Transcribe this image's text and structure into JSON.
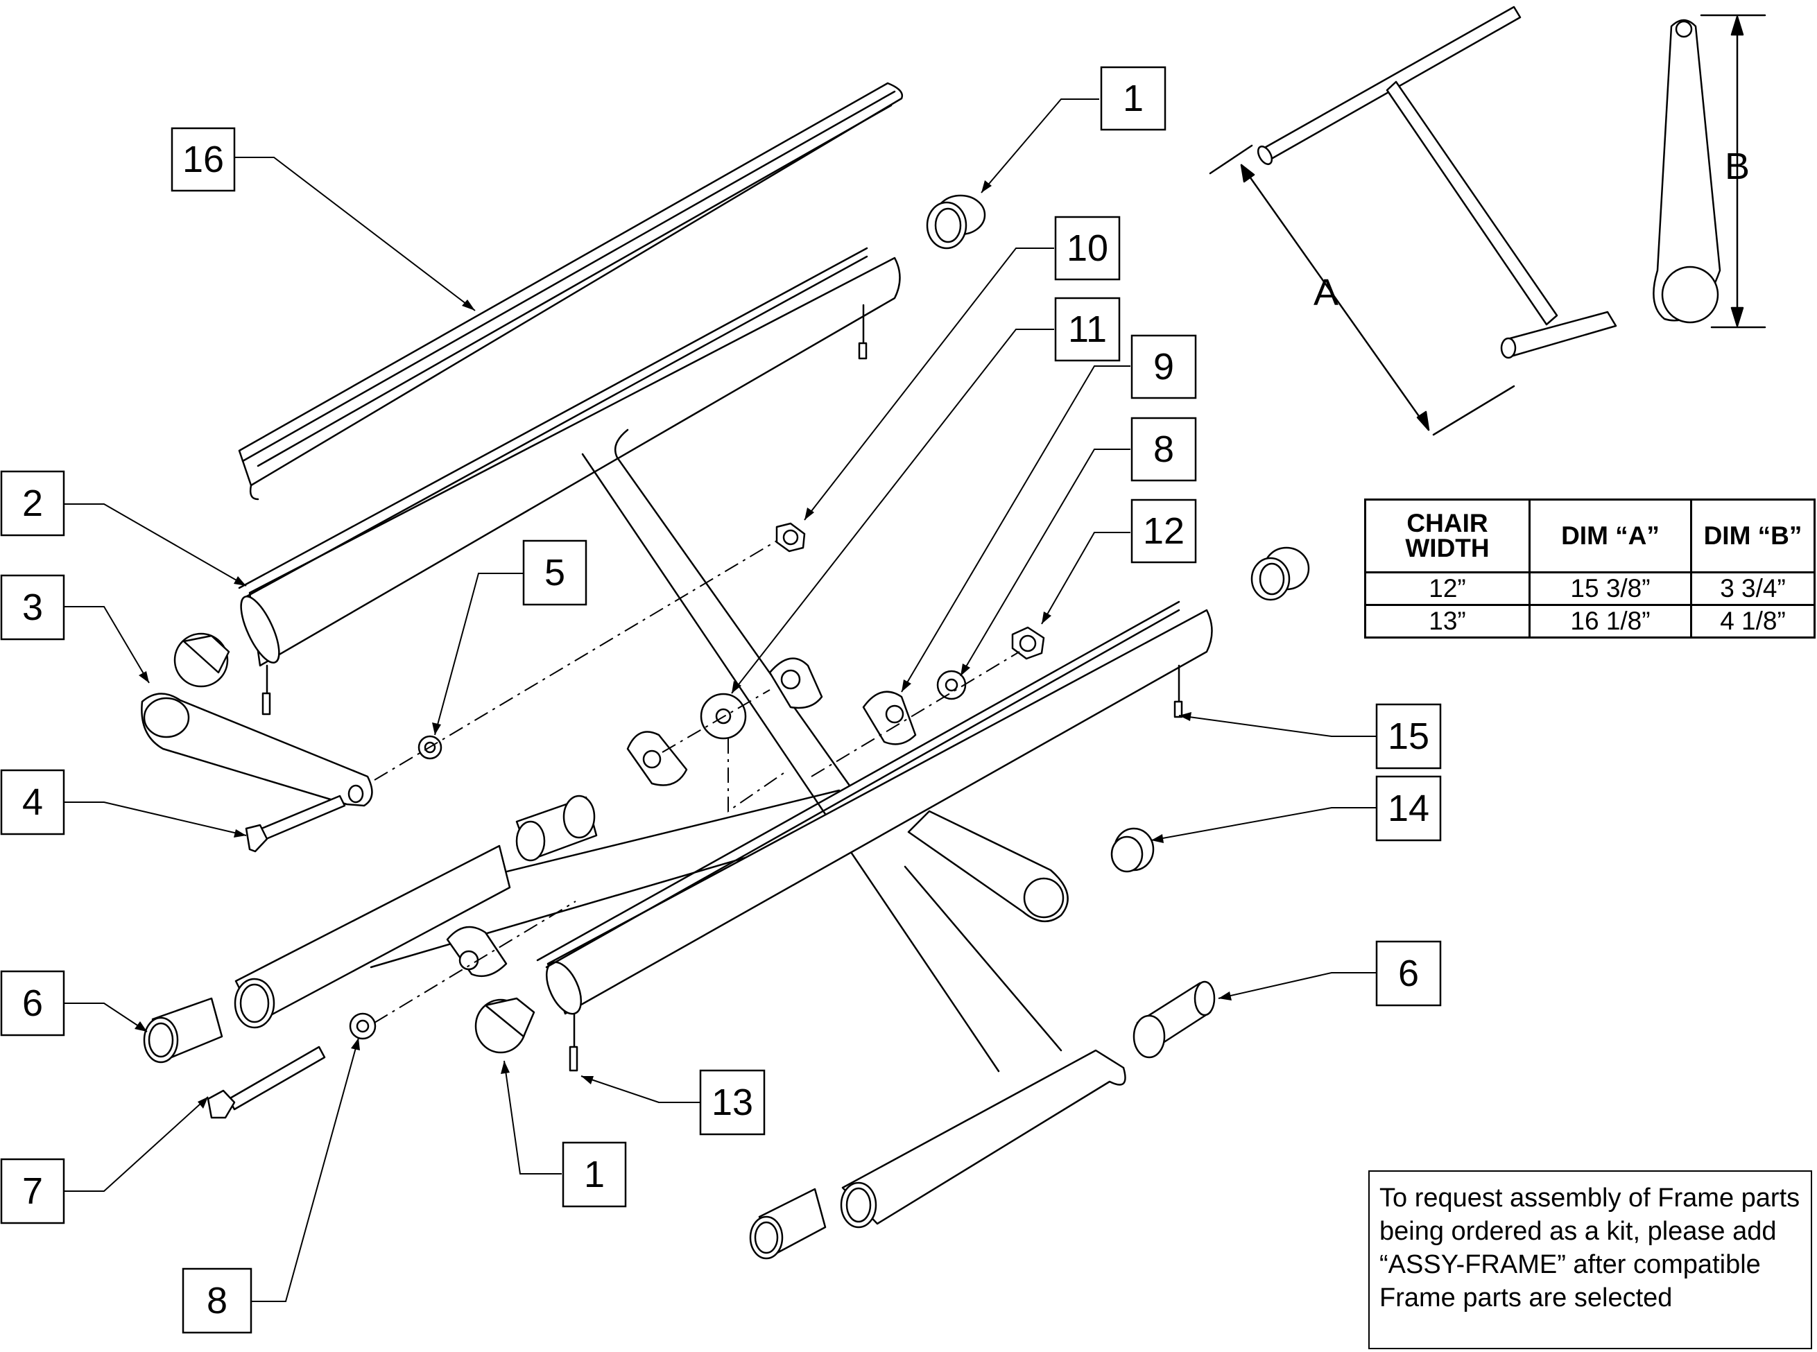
{
  "callouts": {
    "c1_top": "1",
    "c16": "16",
    "c10": "10",
    "c11": "11",
    "c9": "9",
    "c8_right": "8",
    "c12": "12",
    "c2": "2",
    "c3": "3",
    "c5": "5",
    "c4": "4",
    "c15": "15",
    "c14": "14",
    "c6_left": "6",
    "c6_right": "6",
    "c13": "13",
    "c7": "7",
    "c1_bottom": "1",
    "c8_bottom": "8"
  },
  "dimension_labels": {
    "a": "A",
    "b": "B"
  },
  "table": {
    "headers": [
      "CHAIR WIDTH",
      "DIM “A”",
      "DIM “B”"
    ],
    "rows": [
      [
        "12”",
        "15 3/8”",
        "3 3/4”"
      ],
      [
        "13”",
        "16 1/8”",
        "4 1/8”"
      ]
    ]
  },
  "note": "To request assembly of Frame parts being ordered as a kit, please add “ASSY-FRAME” after compatible Frame parts are selected"
}
